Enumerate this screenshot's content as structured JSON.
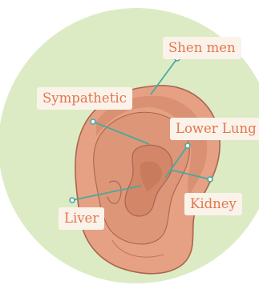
{
  "diagram": {
    "colors": {
      "background_circle": "#dcebc4",
      "ear_skin": "#e6a184",
      "ear_shadow": "#cd8466",
      "ear_outline": "#a9654e",
      "pointer_line": "#49a9a0",
      "label_text": "#e0774f",
      "label_bg": "#fbf3ea"
    },
    "points": [
      {
        "id": "shen-men",
        "label": "Shen men"
      },
      {
        "id": "sympathetic",
        "label": "Sympathetic"
      },
      {
        "id": "lower-lung",
        "label": "Lower Lung"
      },
      {
        "id": "kidney",
        "label": "Kidney"
      },
      {
        "id": "liver",
        "label": "Liver"
      }
    ]
  }
}
